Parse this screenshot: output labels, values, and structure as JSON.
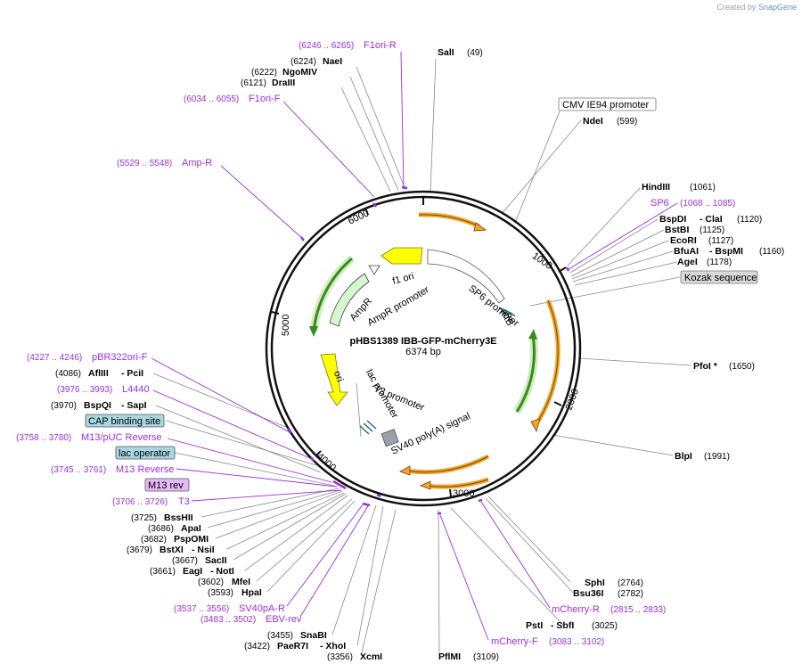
{
  "credit": {
    "prefix": "Created by",
    "brand": "SnapGene"
  },
  "plasmid": {
    "name": "pHBS1389 IBB-GFP-mCherry3E",
    "size": "6374 bp"
  },
  "ring_ticks": [
    "1000",
    "2000",
    "3000",
    "4000",
    "5000",
    "6000"
  ],
  "features_inner": [
    "f1 ori",
    "AmpR",
    "AmpR promoter",
    "SP6 promoter",
    "attB",
    "ori",
    "lac promoter",
    "T3 promoter",
    "SV40 poly(A) signal"
  ],
  "labels": {
    "f1ori_r": {
      "pos": "(6246 .. 6265)",
      "name": "F1ori-R"
    },
    "sali": {
      "name": "SalI",
      "pos": "(49)"
    },
    "naei": {
      "pos": "(6224)",
      "name": "NaeI"
    },
    "ngomiv": {
      "pos": "(6222)",
      "name": "NgoMIV"
    },
    "draiii": {
      "pos": "(6121)",
      "name": "DraIII"
    },
    "f1ori_f": {
      "pos": "(6034 .. 6055)",
      "name": "F1ori-F"
    },
    "cmv": {
      "name": "CMV IE94 promoter"
    },
    "ndei": {
      "name": "NdeI",
      "pos": "(599)"
    },
    "ampr": {
      "pos": "(5529 .. 5548)",
      "name": "Amp-R"
    },
    "hindiii": {
      "name": "HindIII",
      "pos": "(1061)"
    },
    "sp6": {
      "name": "SP6",
      "pos": "(1068 .. 1085)"
    },
    "bspdi": {
      "name": "BspDI",
      "sep": "- ClaI",
      "pos": "(1120)"
    },
    "bstbi": {
      "name": "BstBI",
      "pos": "(1125)"
    },
    "ecori": {
      "name": "EcoRI",
      "pos": "(1127)"
    },
    "bfuai": {
      "name": "BfuAI",
      "sep": "- BspMI",
      "pos": "(1160)"
    },
    "agei": {
      "name": "AgeI",
      "pos": "(1178)"
    },
    "kozak": {
      "name": "Kozak sequence"
    },
    "pfoi": {
      "name": "PfoI *",
      "pos": "(1650)"
    },
    "pbr": {
      "pos": "(4227 .. 4246)",
      "name": "pBR322ori-F"
    },
    "afliii": {
      "pos": "(4086)",
      "name": "AflIII",
      "sep": "- PciI"
    },
    "l4440": {
      "pos": "(3976 .. 3993)",
      "name": "L4440"
    },
    "bspqi": {
      "pos": "(3970)",
      "name": "BspQI",
      "sep": "- SapI"
    },
    "cap": {
      "name": "CAP binding site"
    },
    "m13puc": {
      "pos": "(3758 .. 3780)",
      "name": "M13/pUC Reverse"
    },
    "lacop": {
      "name": "lac operator"
    },
    "m13rev_p": {
      "pos": "(3745 .. 3761)",
      "name": "M13 Reverse"
    },
    "m13rev": {
      "name": "M13 rev"
    },
    "t3": {
      "pos": "(3706 .. 3726)",
      "name": "T3"
    },
    "blpi": {
      "name": "BlpI",
      "pos": "(1991)"
    },
    "bsshii": {
      "pos": "(3725)",
      "name": "BssHII"
    },
    "apai": {
      "pos": "(3686)",
      "name": "ApaI"
    },
    "pspomi": {
      "pos": "(3682)",
      "name": "PspOMI"
    },
    "bstxi": {
      "pos": "(3679)",
      "name": "BstXI",
      "sep": "- NsiI"
    },
    "saci": {
      "pos": "(3667)",
      "name": "SacII"
    },
    "eagi": {
      "pos": "(3661)",
      "name": "EagI",
      "sep": "- NotI"
    },
    "mfei": {
      "pos": "(3602)",
      "name": "MfeI"
    },
    "hpai": {
      "pos": "(3593)",
      "name": "HpaI"
    },
    "sv40pa": {
      "pos": "(3537 .. 3556)",
      "name": "SV40pA-R"
    },
    "ebv": {
      "pos": "(3483 .. 3502)",
      "name": "EBV-rev"
    },
    "snabi": {
      "pos": "(3455)",
      "name": "SnaBI"
    },
    "paer7i": {
      "pos": "(3422)",
      "name": "PaeR7I",
      "sep": "- XhoI"
    },
    "xcmi": {
      "pos": "(3356)",
      "name": "XcmI"
    },
    "pflmi": {
      "name": "PflMI",
      "pos": "(3109)"
    },
    "sphi": {
      "name": "SphI",
      "pos": "(2764)"
    },
    "bsu36i": {
      "name": "Bsu36I",
      "pos": "(2782)"
    },
    "mcherry_r": {
      "name": "mCherry-R",
      "pos": "(2815 .. 2833)"
    },
    "psti": {
      "name": "PstI",
      "sep": "- SbfI",
      "pos": "(3025)"
    },
    "mcherry_f": {
      "name": "mCherry-F",
      "pos": "(3083 .. 3102)"
    }
  },
  "colors": {
    "primer": "#9b30d9",
    "orange": "#f4a528",
    "green": "#6fbe44",
    "yellow": "#ffff00",
    "grey_box": "#d9d9d9",
    "teal_box": "#a9d6df",
    "purple_box": "#e6b8f4"
  }
}
